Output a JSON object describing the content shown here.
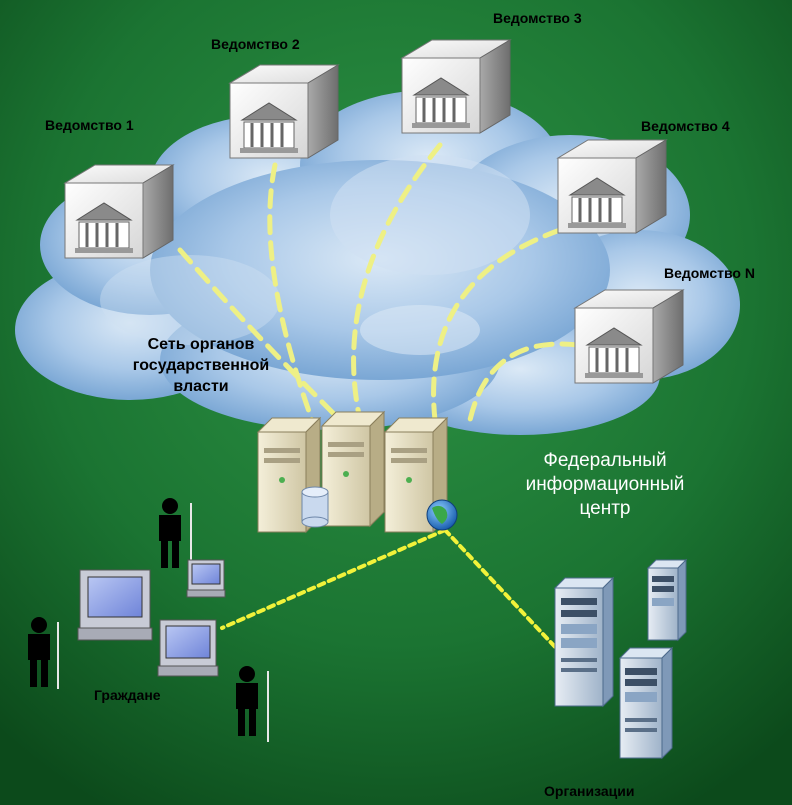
{
  "departments": [
    {
      "label": "Ведомство 1"
    },
    {
      "label": "Ведомство 2"
    },
    {
      "label": "Ведомство 3"
    },
    {
      "label": "Ведомство 4"
    },
    {
      "label": "Ведомство N"
    }
  ],
  "cloud": {
    "label_lines": [
      "Сеть органов",
      "государственной",
      "власти"
    ]
  },
  "federal_center": {
    "label_lines": [
      "Федеральный",
      "информационный",
      "центр"
    ]
  },
  "citizens": {
    "label": "Граждане"
  },
  "organizations": {
    "label": "Организации"
  },
  "colors": {
    "background_top": "#1e7c35",
    "background_bottom": "#0d4a1c",
    "cloud": "#8fb7df",
    "link_dashed": "#eef085",
    "link_dotted": "#f2f23a"
  }
}
